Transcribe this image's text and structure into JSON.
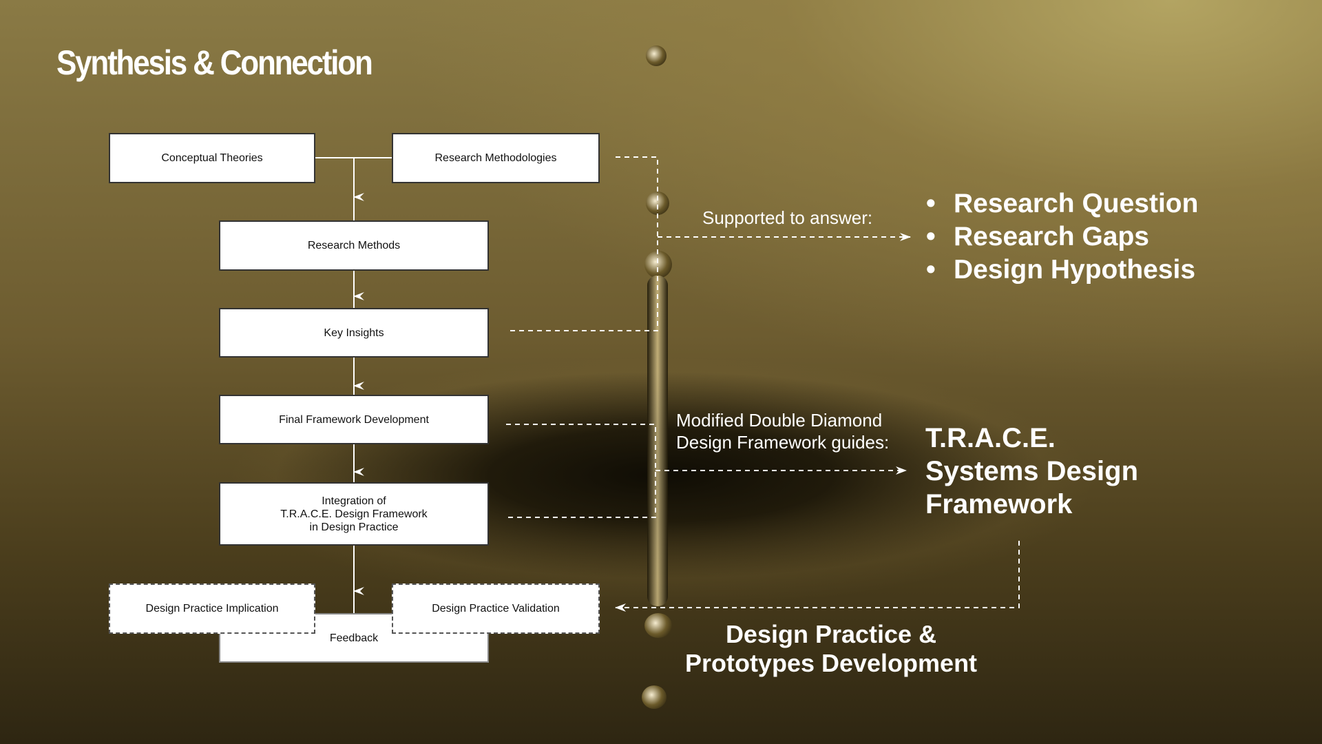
{
  "title": "Synthesis & Connection",
  "boxes": {
    "conceptual_theories": "Conceptual Theories",
    "research_methodologies": "Research Methodologies",
    "research_methods": "Research Methods",
    "key_insights": "Key Insights",
    "final_framework": "Final Framework Development",
    "integration": [
      "Integration of",
      "T.R.A.C.E. Design Framework",
      "in Design Practice"
    ],
    "implication": "Design Practice Implication",
    "validation": "Design Practice Validation",
    "feedback": "Feedback"
  },
  "supported_label": "Supported to answer:",
  "bullets": [
    "Research Question",
    "Research Gaps",
    "Design Hypothesis"
  ],
  "guides_label": [
    "Modified Double Diamond",
    "Design Framework guides:"
  ],
  "trace": [
    "T.R.A.C.E.",
    "Systems Design",
    "Framework"
  ],
  "prototypes": [
    "Design Practice &",
    "Prototypes Development"
  ]
}
